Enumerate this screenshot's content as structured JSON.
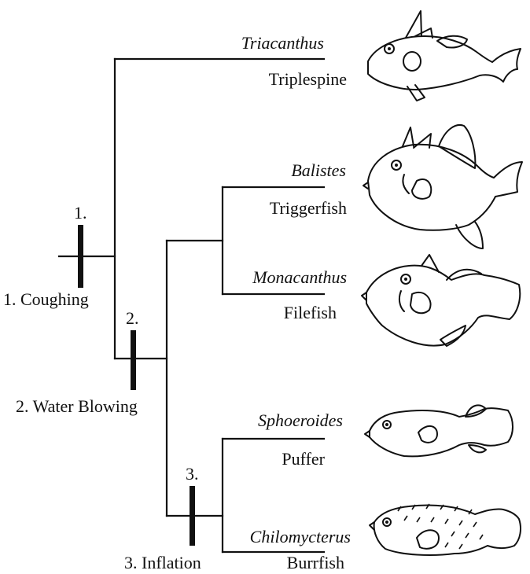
{
  "characters": [
    {
      "number": "1.",
      "label": "1. Coughing"
    },
    {
      "number": "2.",
      "label": "2. Water Blowing"
    },
    {
      "number": "3.",
      "label": "3. Inflation"
    }
  ],
  "taxa": [
    {
      "genus": "Triacanthus",
      "common": "Triplespine"
    },
    {
      "genus": "Balistes",
      "common": "Triggerfish"
    },
    {
      "genus": "Monacanthus",
      "common": "Filefish"
    },
    {
      "genus": "Sphoeroides",
      "common": "Puffer"
    },
    {
      "genus": "Chilomycterus",
      "common": "Burrfish"
    }
  ]
}
